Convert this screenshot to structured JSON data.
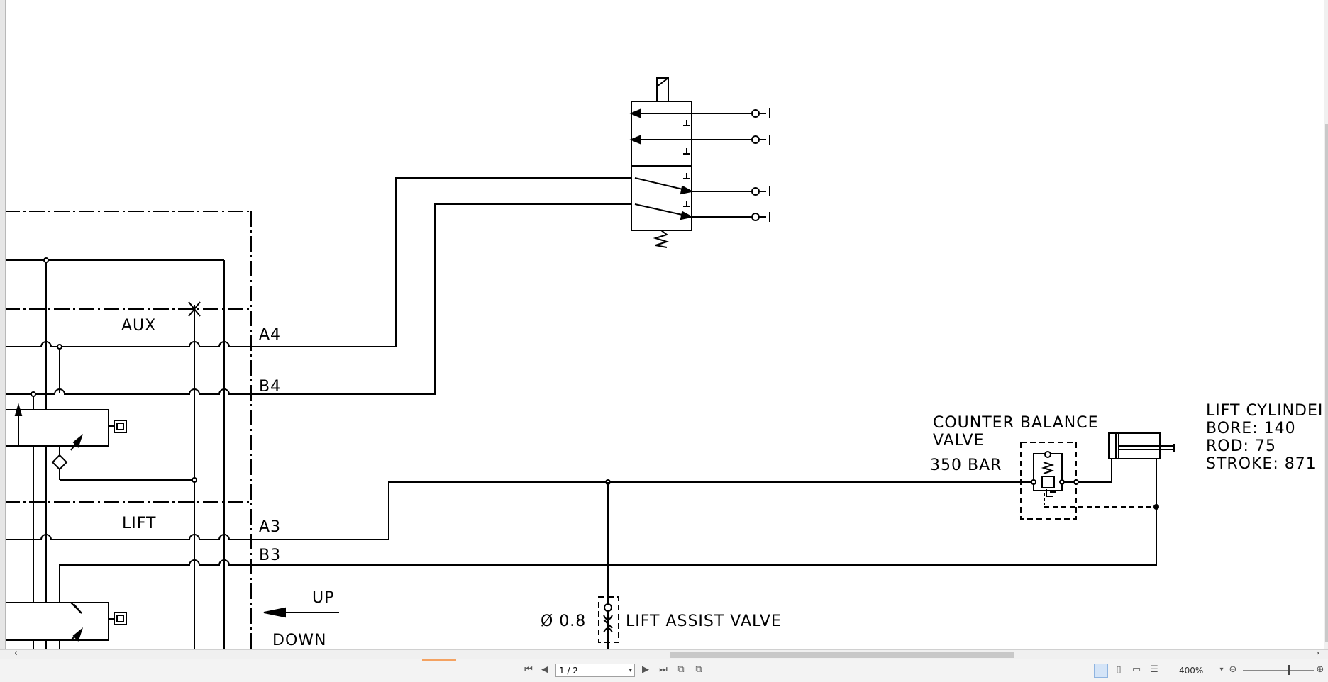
{
  "diagram": {
    "sections": {
      "aux": "AUX",
      "lift": "LIFT"
    },
    "ports": {
      "a4": "A4",
      "b4": "B4",
      "a3": "A3",
      "b3": "B3"
    },
    "direction": {
      "up": "UP",
      "down": "DOWN"
    },
    "counter_balance": {
      "line1": "COUNTER BALANCE",
      "line2": "VALVE",
      "pressure": "350 BAR"
    },
    "lift_cylinder": {
      "title": "LIFT CYLINDEI",
      "bore": "BORE: 140",
      "rod": "ROD: 75",
      "stroke": "STROKE: 871"
    },
    "lift_assist": {
      "orifice": "Ø 0.8",
      "label": "LIFT ASSIST VALVE"
    }
  },
  "statusbar": {
    "page_indicator": "1 / 2",
    "zoom": "400%"
  },
  "icons": {
    "first_page": "first-page-icon",
    "prev_page": "prev-page-icon",
    "next_page": "next-page-icon",
    "last_page": "last-page-icon",
    "zoom_out": "zoom-out-icon",
    "zoom_in": "zoom-in-icon"
  }
}
